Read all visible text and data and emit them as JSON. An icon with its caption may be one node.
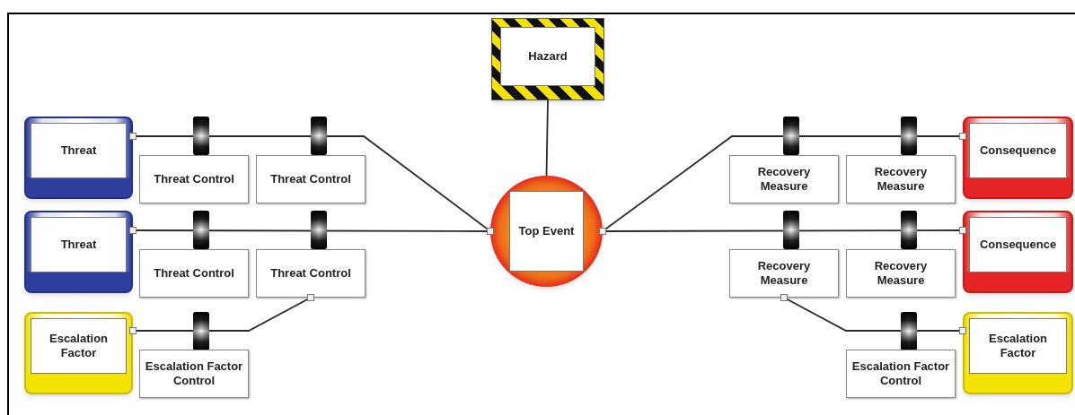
{
  "diagram": {
    "nodes": [
      {
        "text": [
          "Hazard"
        ]
      },
      {
        "text": [
          "Threat"
        ]
      },
      {
        "text": [
          "Threat Control"
        ]
      },
      {
        "text": [
          "Threat Control"
        ]
      },
      {
        "text": [
          "Threat"
        ]
      },
      {
        "text": [
          "Threat Control"
        ]
      },
      {
        "text": [
          "Threat Control"
        ]
      },
      {
        "text": [
          "Escalation Factor"
        ]
      },
      {
        "text": [
          "Escalation Factor Control"
        ]
      },
      {
        "text": [
          "Top Event"
        ]
      },
      {
        "text": [
          "Recovery Measure"
        ]
      },
      {
        "text": [
          "Recovery Measure"
        ]
      },
      {
        "text": [
          "Consequence"
        ]
      },
      {
        "text": [
          "Recovery Measure"
        ]
      },
      {
        "text": [
          "Recovery Measure"
        ]
      },
      {
        "text": [
          "Consequence"
        ]
      },
      {
        "text": [
          "Escalation Factor Control"
        ]
      },
      {
        "text": [
          "Escalation Factor"
        ]
      }
    ],
    "edges": [
      {
        "from": 0,
        "to": 9,
        "arrow": "none"
      },
      {
        "from": 1,
        "to": 9,
        "arrow": "none"
      },
      {
        "from": 4,
        "to": 9,
        "arrow": "none"
      },
      {
        "from": 7,
        "to": 6,
        "arrow": "none"
      },
      {
        "from": 9,
        "to": 12,
        "arrow": "none"
      },
      {
        "from": 9,
        "to": 15,
        "arrow": "none"
      },
      {
        "from": 17,
        "to": 13,
        "arrow": "none"
      }
    ]
  }
}
